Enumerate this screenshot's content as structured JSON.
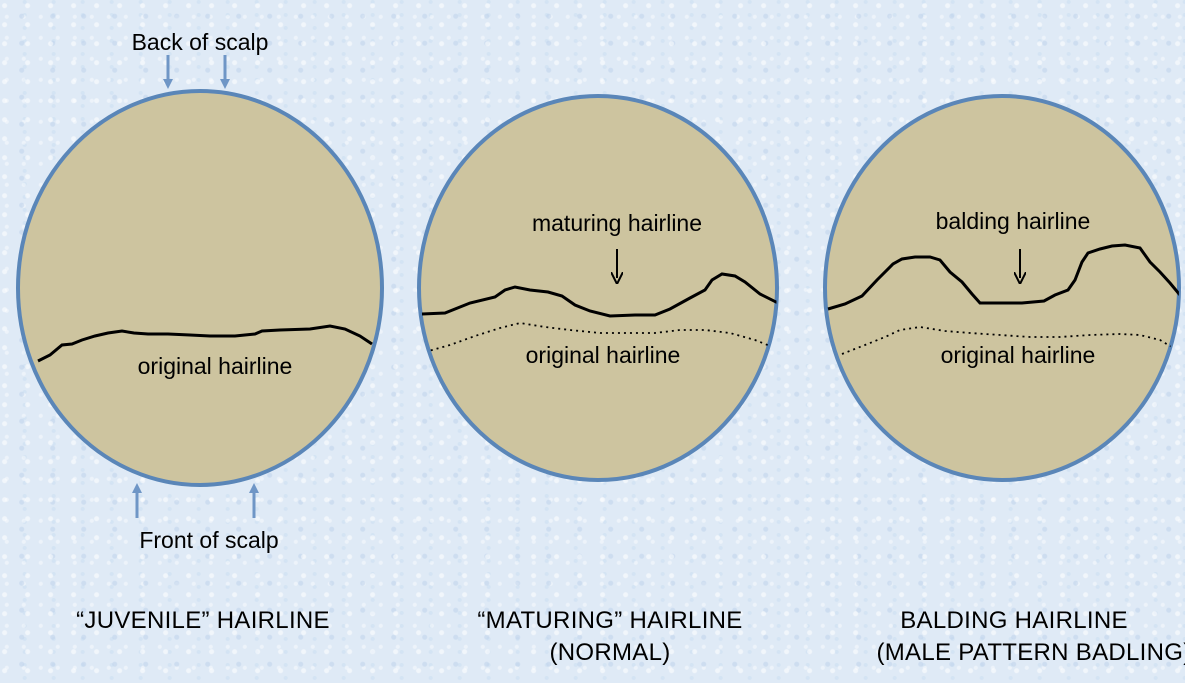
{
  "diagram": {
    "colors": {
      "scalp_fill": "#cdc49f",
      "scalp_outline": "#5a86b8",
      "pointer_arrow": "#6f96c6",
      "hairline": "#000000"
    },
    "juvenile": {
      "back_label": "Back of scalp",
      "front_label": "Front of scalp",
      "hairline_label": "original hairline",
      "caption_line1": "“JUVENILE” HAIRLINE"
    },
    "maturing": {
      "new_hairline_label": "maturing hairline",
      "original_label": "original hairline",
      "caption_line1": "“MATURING” HAIRLINE",
      "caption_line2": "(NORMAL)"
    },
    "balding": {
      "new_hairline_label": "balding hairline",
      "original_label": "original hairline",
      "caption_line1": "BALDING HAIRLINE",
      "caption_line2": "(MALE PATTERN BADLING)"
    }
  }
}
